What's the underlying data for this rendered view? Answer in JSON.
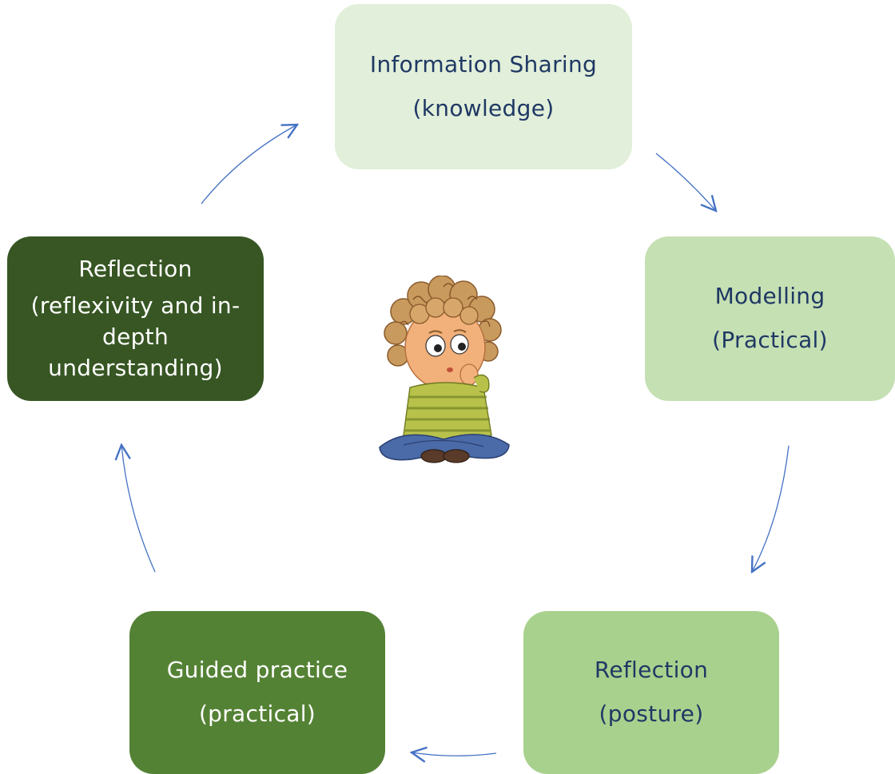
{
  "nodes": {
    "info_sharing": {
      "line1": "Information Sharing",
      "line2": "(knowledge)",
      "fill": "#e2efda"
    },
    "modelling": {
      "line1": "Modelling",
      "line2": "(Practical)",
      "fill": "#c5e0b3"
    },
    "reflection_posture": {
      "line1": "Reflection",
      "line2": "(posture)",
      "fill": "#a9d18e"
    },
    "guided_practice": {
      "line1": "Guided practice",
      "line2": "(practical)",
      "fill": "#548235"
    },
    "reflection_depth": {
      "line1": "Reflection",
      "line2": "(reflexivity and in-",
      "line3": "depth",
      "line4": "understanding)",
      "fill": "#375623"
    }
  },
  "arrow_color": "#4472c4",
  "center_image": "child-thinking-illustration"
}
